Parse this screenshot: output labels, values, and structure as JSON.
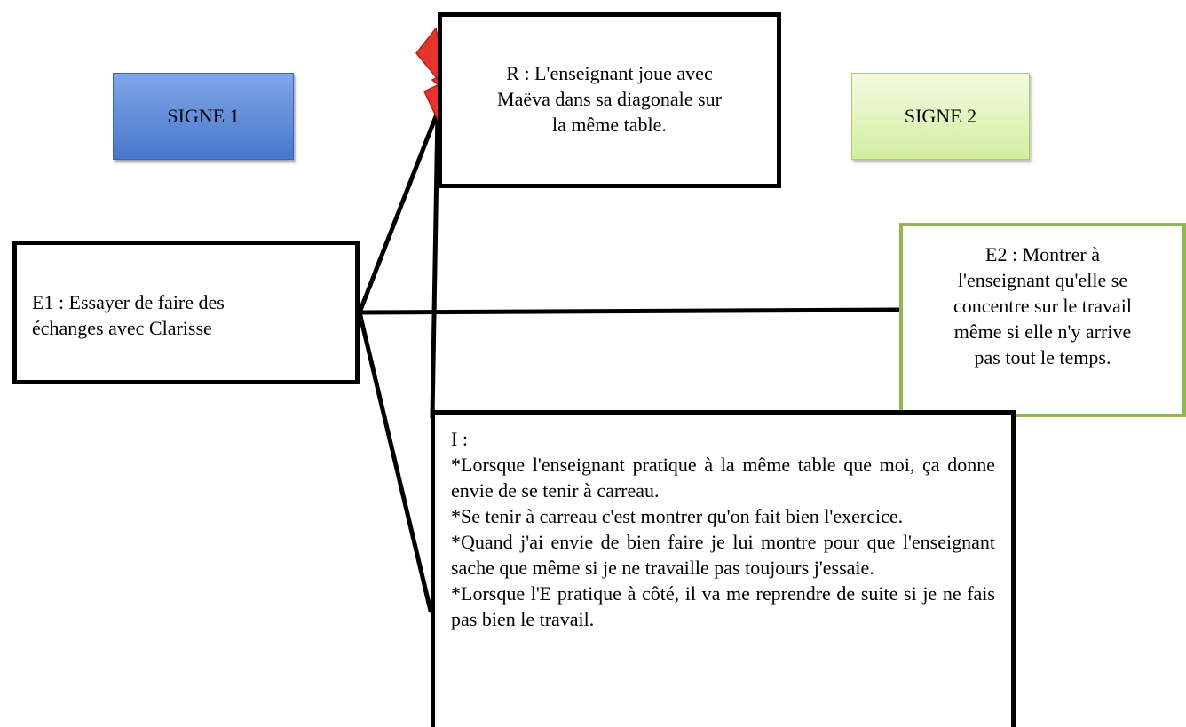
{
  "sign1": {
    "label": "SIGNE 1",
    "color": "#5b87d6"
  },
  "sign2": {
    "label": "SIGNE 2",
    "color": "#e4f5c4"
  },
  "r_box": {
    "lines": [
      "R : L'enseignant joue avec",
      "Maëva dans sa diagonale sur",
      "la même table."
    ]
  },
  "e1_box": {
    "lines": [
      "E1 : Essayer de faire des",
      "échanges avec Clarisse"
    ]
  },
  "e2_box": {
    "lines": [
      "E2 : Montrer à",
      "l'enseignant qu'elle se",
      "concentre sur le travail",
      "même si elle n'y arrive",
      "pas tout le temps."
    ],
    "border_color": "#92b553"
  },
  "i_box": {
    "title": "I :",
    "items": [
      "*Lorsque l'enseignant pratique à la même table que moi, ça donne envie de se tenir à carreau.",
      "*Se tenir à carreau c'est montrer qu'on fait bien l'exercice.",
      "*Quand j'ai envie de bien faire je lui montre pour que l'enseignant sache que même si je ne travaille pas toujours j'essaie.",
      "*Lorsque l'E pratique à côté, il va me reprendre de suite si je ne fais pas bien le travail."
    ]
  },
  "lightning": {
    "icon": "lightning-bolt-icon",
    "color": "#e8332a"
  }
}
